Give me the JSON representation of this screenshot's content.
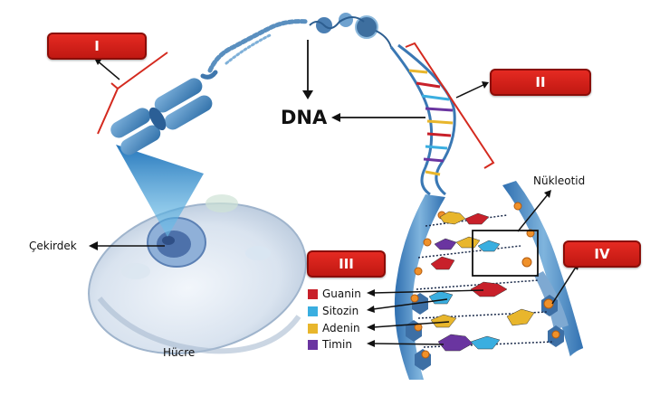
{
  "badges": {
    "I": "I",
    "II": "II",
    "III": "III",
    "IV": "IV"
  },
  "labels": {
    "dna": "DNA",
    "nukleotid": "Nükleotid",
    "cekirdek": "Çekirdek",
    "hucre": "Hücre"
  },
  "bases": [
    {
      "label": "Guanin",
      "color": "#c8202a"
    },
    {
      "label": "Sitozin",
      "color": "#3aaee0"
    },
    {
      "label": "Adenin",
      "color": "#e8b62c"
    },
    {
      "label": "Timin",
      "color": "#6a35a0"
    }
  ]
}
